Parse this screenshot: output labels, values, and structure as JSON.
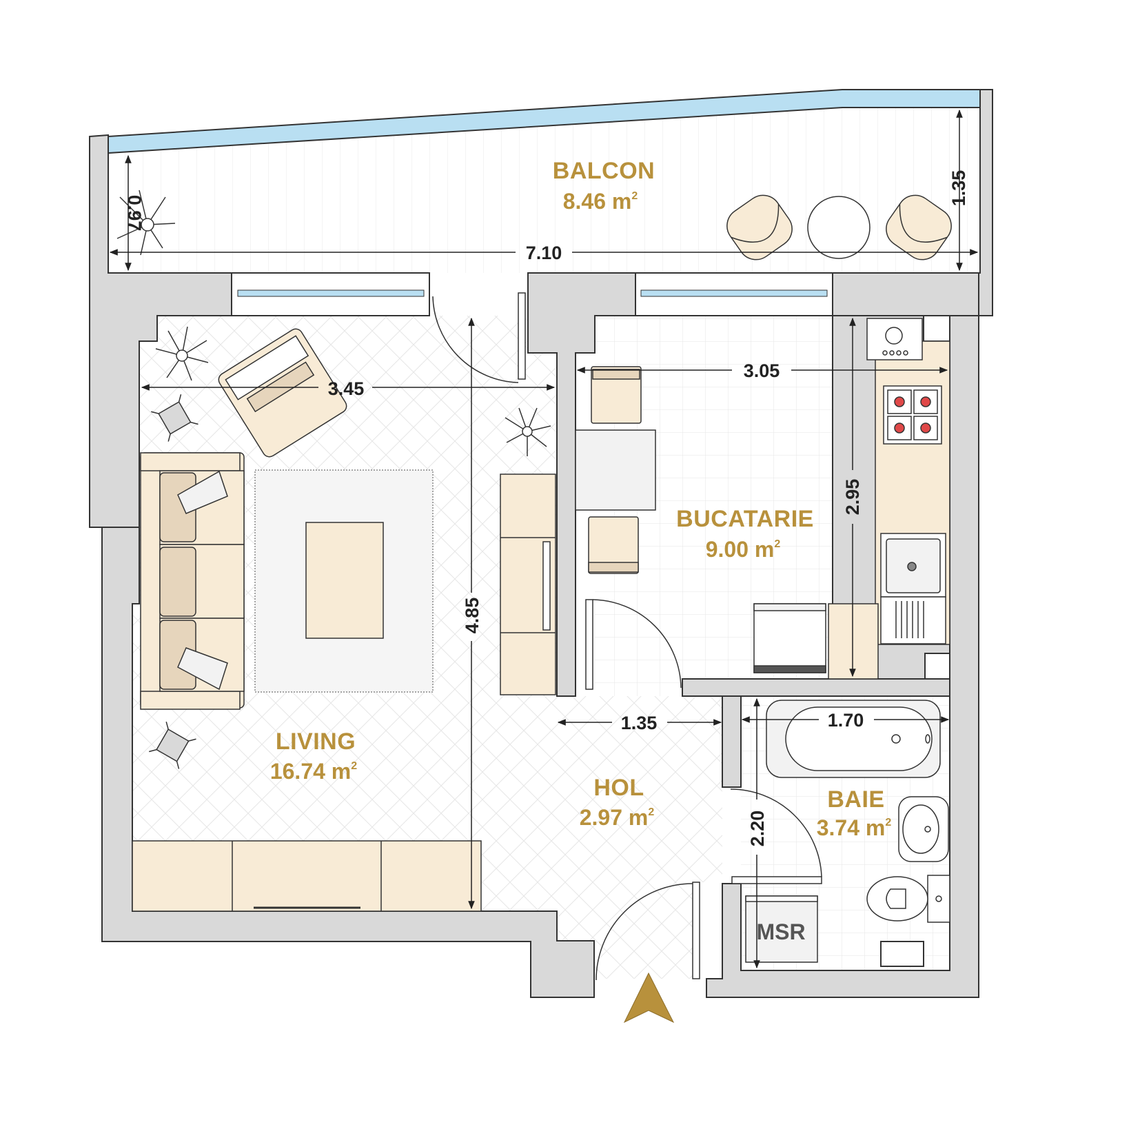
{
  "rooms": {
    "balcon": {
      "name": "BALCON",
      "area": "8.46 m",
      "unit_sup": "2"
    },
    "living": {
      "name": "LIVING",
      "area": "16.74 m",
      "unit_sup": "2"
    },
    "bucatarie": {
      "name": "BUCATARIE",
      "area": "9.00 m",
      "unit_sup": "2"
    },
    "hol": {
      "name": "HOL",
      "area": "2.97 m",
      "unit_sup": "2"
    },
    "baie": {
      "name": "BAIE",
      "area": "3.74 m",
      "unit_sup": "2"
    }
  },
  "dimensions": {
    "balcon_width": "7.10",
    "balcon_depth_left": "0.97",
    "balcon_depth_right": "1.35",
    "living_width": "3.45",
    "living_depth": "4.85",
    "kitchen_width": "3.05",
    "kitchen_depth": "2.95",
    "hall_width": "1.35",
    "bath_width": "1.70",
    "bath_depth": "2.20"
  },
  "labels": {
    "utility_box": "MSR"
  },
  "colors": {
    "wall": "#D9D9D9",
    "wall_stroke": "#333333",
    "furniture": "#F8EBD6",
    "glass": "#B9DFF2",
    "label_gold": "#B8913C",
    "entrance_arrow": "#B8913C",
    "burner": "#E04848"
  },
  "icons": [
    "plant-icon",
    "entrance-arrow-icon",
    "stove-icon",
    "sink-icon",
    "toilet-icon",
    "bathtub-icon"
  ]
}
